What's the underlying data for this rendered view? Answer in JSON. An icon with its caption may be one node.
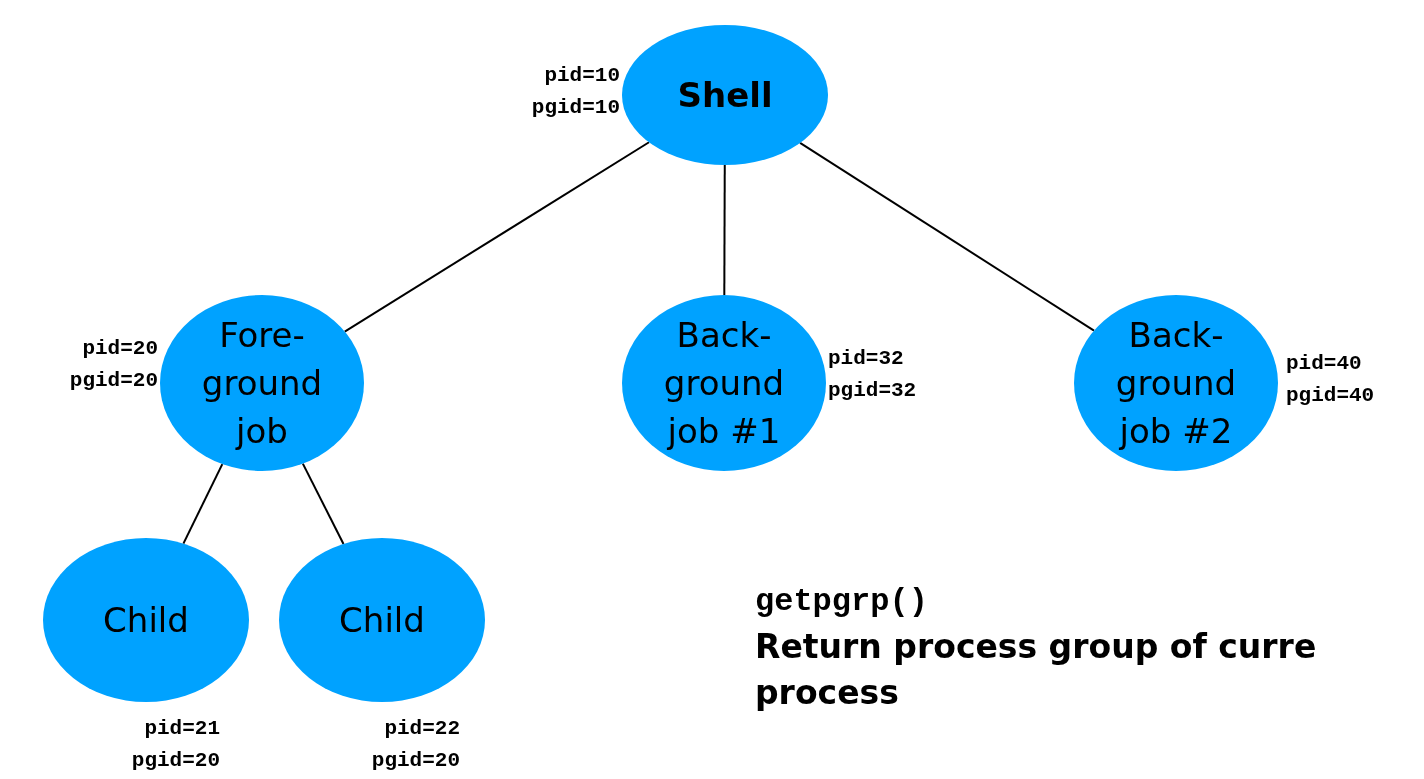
{
  "diagram": {
    "nodes": [
      {
        "text": [
          "Shell"
        ],
        "beside": [
          "pid=10",
          "pgid=10"
        ]
      },
      {
        "text": [
          "Fore- ground job"
        ],
        "beside": [
          "pid=20",
          "pgid=20"
        ]
      },
      {
        "text": [
          "Back- ground job #1"
        ],
        "beside": [
          "pid=32",
          "pgid=32"
        ]
      },
      {
        "text": [
          "Back- ground job #2"
        ],
        "beside": [
          "pid=40",
          "pgid=40"
        ]
      },
      {
        "text": [
          "Child"
        ],
        "beside": [
          "pid=21",
          "pgid=20"
        ]
      },
      {
        "text": [
          "Child"
        ],
        "beside": [
          "pid=22",
          "pgid=20"
        ]
      }
    ],
    "edges": [
      {
        "from": 0,
        "to": 1,
        "arrow": "none"
      },
      {
        "from": 0,
        "to": 2,
        "arrow": "none"
      },
      {
        "from": 0,
        "to": 3,
        "arrow": "none"
      },
      {
        "from": 1,
        "to": 4,
        "arrow": "none"
      },
      {
        "from": 1,
        "to": 5,
        "arrow": "none"
      }
    ],
    "labels": [
      "getpgrp()",
      "Return process group of curre process"
    ]
  }
}
